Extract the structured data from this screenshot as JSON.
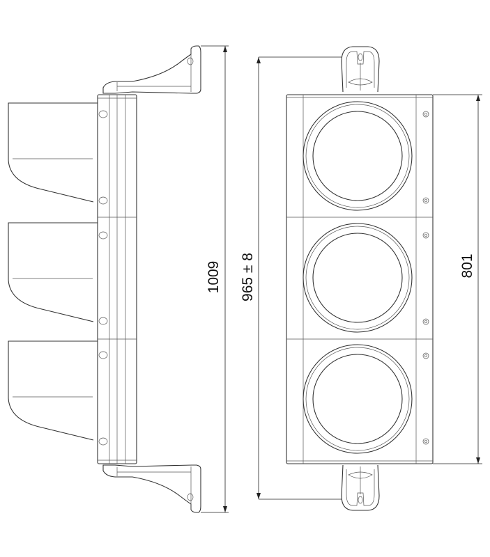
{
  "drawing": {
    "views": [
      "side-view",
      "front-view"
    ],
    "dimensions": {
      "overall_height": "1009",
      "mounting_height": "965 ± 8",
      "housing_height": "801"
    },
    "lamp_count": 3,
    "line_color": "#333333"
  }
}
